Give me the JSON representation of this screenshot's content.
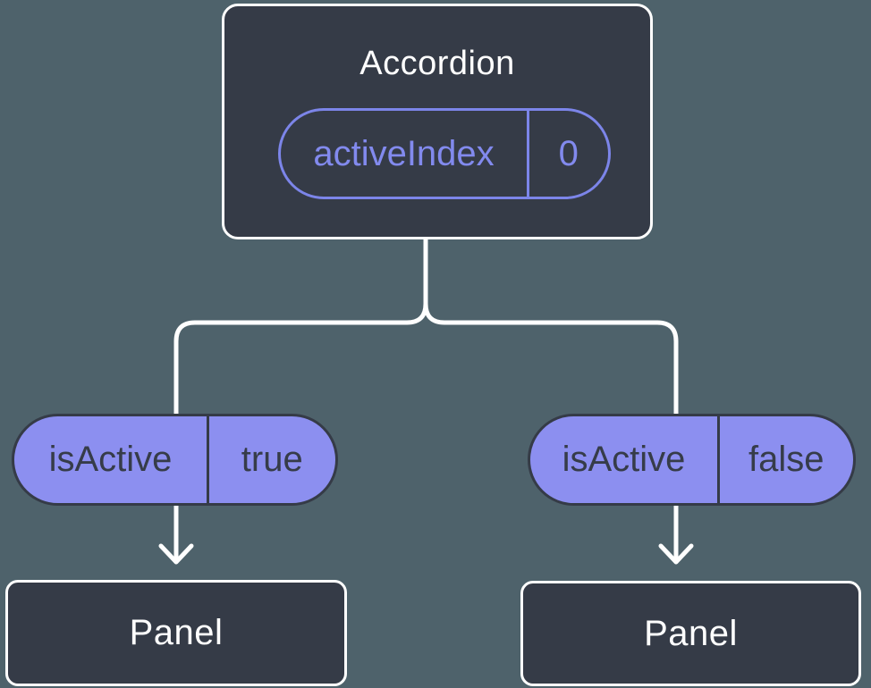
{
  "colors": {
    "background": "#4E626B",
    "box_fill": "#353B47",
    "box_border": "#FFFFFF",
    "pill_fill": "#8C8FF0",
    "pill_border": "#353B47",
    "accent_purple": "#7C85E9",
    "purple_text": "#828AEE",
    "dark_text": "#363C49",
    "light_text": "#FFFFFF",
    "connector": "#FFFFFF"
  },
  "tree": {
    "root": {
      "label": "Accordion",
      "state": {
        "name": "activeIndex",
        "value": "0"
      }
    },
    "branches": [
      {
        "prop": {
          "name": "isActive",
          "value": "true"
        },
        "child_label": "Panel"
      },
      {
        "prop": {
          "name": "isActive",
          "value": "false"
        },
        "child_label": "Panel"
      }
    ]
  }
}
